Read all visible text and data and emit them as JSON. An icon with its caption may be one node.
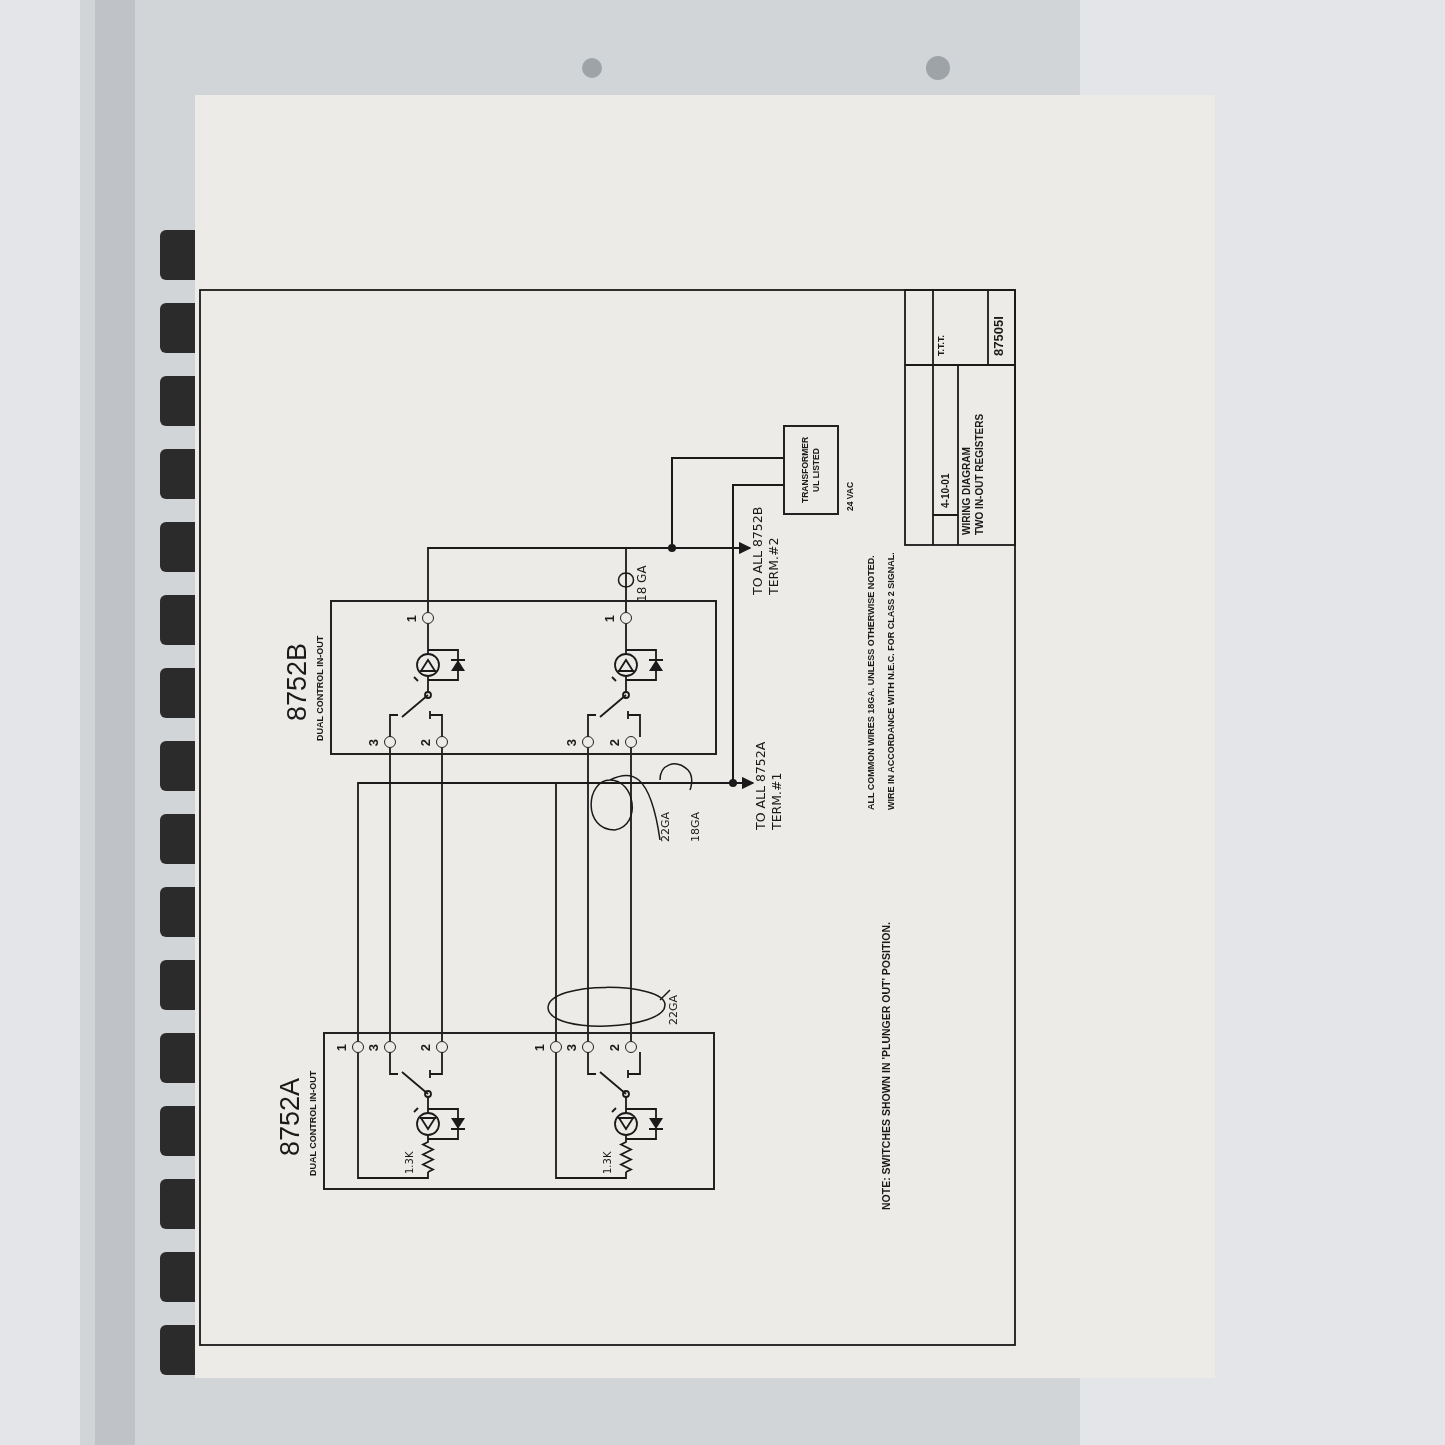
{
  "diagram": {
    "nodes": [
      {
        "text": [
          "8752B",
          "DUAL CONTROL IN-OUT"
        ]
      },
      {
        "text": [
          "1"
        ],
        "in": 0
      },
      {
        "text": [
          "3"
        ],
        "in": 0
      },
      {
        "text": [
          "2"
        ],
        "in": 0
      },
      {
        "text": [
          "1"
        ],
        "in": 0
      },
      {
        "text": [
          "3"
        ],
        "in": 0
      },
      {
        "text": [
          "2"
        ],
        "in": 0
      },
      {
        "text": [
          "8752A",
          "DUAL CONTROL IN-OUT"
        ]
      },
      {
        "text": [
          "1"
        ],
        "in": 7
      },
      {
        "text": [
          "3"
        ],
        "in": 7
      },
      {
        "text": [
          "2"
        ],
        "in": 7
      },
      {
        "text": [
          "1"
        ],
        "in": 7
      },
      {
        "text": [
          "3"
        ],
        "in": 7
      },
      {
        "text": [
          "2"
        ],
        "in": 7
      },
      {
        "text": [
          "TRANSFORMER",
          "UL LISTED"
        ],
        "beside": [
          "24 VAC"
        ]
      },
      {
        "text": [
          "TO ALL 8752B TERM.#2"
        ]
      },
      {
        "text": [
          "TO ALL 8752A TERM.#1"
        ]
      }
    ],
    "edges": [
      {
        "from": 14,
        "to": 8,
        "arrow": "none"
      },
      {
        "from": 14,
        "to": 11,
        "arrow": "none"
      },
      {
        "from": 14,
        "to": 16,
        "arrow": "to"
      },
      {
        "from": 14,
        "to": 1,
        "arrow": "none"
      },
      {
        "from": 14,
        "to": 4,
        "arrow": "none"
      },
      {
        "from": 14,
        "to": 15,
        "arrow": "to"
      },
      {
        "from": 2,
        "to": 9,
        "arrow": "none"
      },
      {
        "from": 3,
        "to": 10,
        "arrow": "none"
      },
      {
        "from": 5,
        "to": 12,
        "arrow": "none"
      },
      {
        "from": 6,
        "to": 13,
        "arrow": "none"
      }
    ],
    "labels": [
      "18 GA",
      "22GA",
      "18GA",
      "22GA",
      "1.3K",
      "1.3K",
      "NOTE: SWITCHES SHOWN IN 'PLUNGER OUT' POSITION.",
      "ALL COMMON WIRES 18GA. UNLESS OTHERWISE NOTED.",
      "WIRE IN ACCORDANCE WITH N.E.C. FOR CLASS 2 SIGNAL.",
      "T.T.T.",
      "4-10-01",
      "WIRING DIAGRAM",
      "TWO IN-OUT REGISTERS",
      "87505I"
    ]
  }
}
